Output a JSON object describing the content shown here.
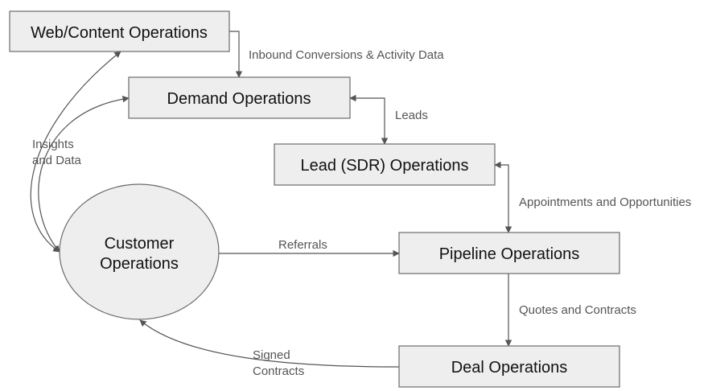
{
  "nodes": {
    "web": "Web/Content Operations",
    "demand": "Demand Operations",
    "lead": "Lead (SDR) Operations",
    "customer_line1": "Customer",
    "customer_line2": "Operations",
    "pipeline": "Pipeline Operations",
    "deal": "Deal Operations"
  },
  "edges": {
    "web_to_demand": "Inbound Conversions & Activity Data",
    "demand_to_lead": "Leads",
    "lead_to_pipeline": "Appointments and Opportunities",
    "customer_to_pipeline": "Referrals",
    "pipeline_to_deal": "Quotes and Contracts",
    "deal_to_customer_line1": "Signed",
    "deal_to_customer_line2": "Contracts",
    "customer_feedback_line1": "Insights",
    "customer_feedback_line2": "and Data"
  },
  "colors": {
    "node_fill": "#eeeeee",
    "node_stroke": "#6b6b6b",
    "edge": "#555555",
    "label": "#555555"
  }
}
